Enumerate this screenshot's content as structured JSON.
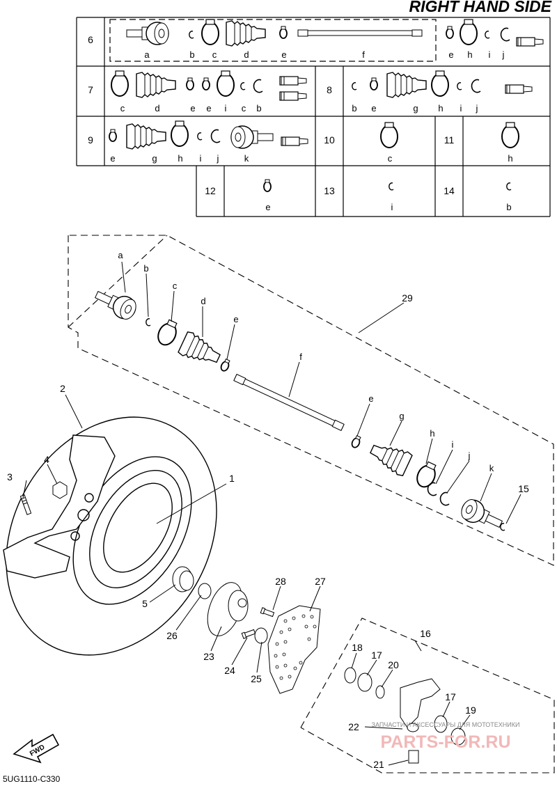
{
  "header": {
    "title": "RIGHT HAND SIDE"
  },
  "table": {
    "rows": [
      {
        "no": "6",
        "letters": [
          "a",
          "b",
          "c",
          "d",
          "e",
          "f",
          "e",
          "h",
          "i",
          "j"
        ]
      },
      {
        "no": "7",
        "letters": [
          "c",
          "d",
          "e",
          "e",
          "i",
          "c",
          "b"
        ]
      },
      {
        "no": "8",
        "letters": [
          "b",
          "e",
          "g",
          "h",
          "i",
          "j"
        ]
      },
      {
        "no": "9",
        "letters": [
          "e",
          "g",
          "h",
          "i",
          "j",
          "k"
        ]
      },
      {
        "no": "10",
        "letters": [
          "c"
        ]
      },
      {
        "no": "11",
        "letters": [
          "h"
        ]
      },
      {
        "no": "12",
        "letters": [
          "e"
        ]
      },
      {
        "no": "13",
        "letters": [
          "i"
        ]
      },
      {
        "no": "14",
        "letters": [
          "b"
        ]
      }
    ]
  },
  "shaft_labels": [
    "a",
    "b",
    "c",
    "d",
    "e",
    "f",
    "e",
    "g",
    "h",
    "i",
    "j",
    "k"
  ],
  "callouts": [
    "29",
    "15",
    "1",
    "2",
    "3",
    "4",
    "5",
    "26",
    "23",
    "24",
    "25",
    "27",
    "28",
    "16",
    "18",
    "17",
    "20",
    "17",
    "19",
    "22",
    "21"
  ],
  "footer": {
    "code": "5UG1110-C330",
    "fwd": "FWD"
  },
  "watermark": {
    "line1": "ЗАПЧАСТИ И АКСЕССУАРЫ ДЛЯ МОТОТЕХНИКИ",
    "line2": "PARTS-FOR.RU"
  }
}
